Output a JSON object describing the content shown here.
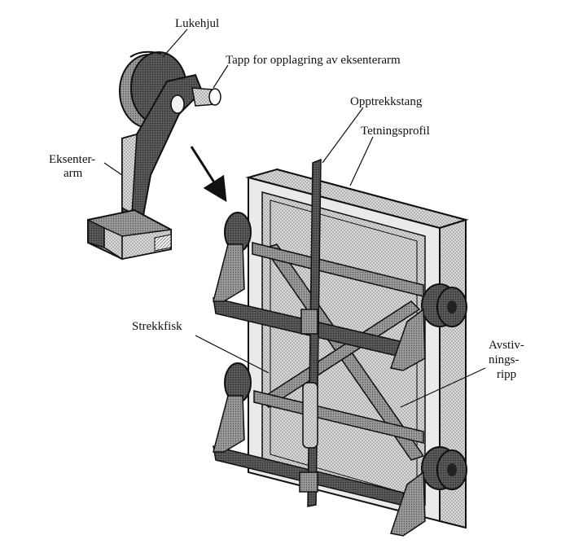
{
  "labels": {
    "lukehjul": "Lukehjul",
    "tapp": "Tapp for opplagring av eksenterarm",
    "eksenterarm_line1": "Eksenter-",
    "eksenterarm_line2": "arm",
    "opptrekkstang": "Opptrekkstang",
    "tetningsprofil": "Tetningsprofil",
    "strekkfisk": "Strekkfisk",
    "avstivningsripp_line1": "Avstiv-",
    "avstivningsripp_line2": "nings-",
    "avstivningsripp_line3": "ripp"
  },
  "colors": {
    "ink": "#111111",
    "dark_gray": "#4a4a4a",
    "mid_gray": "#8c8c8c",
    "light_gray": "#c8c8c8",
    "pale_gray": "#dcdcdc"
  }
}
